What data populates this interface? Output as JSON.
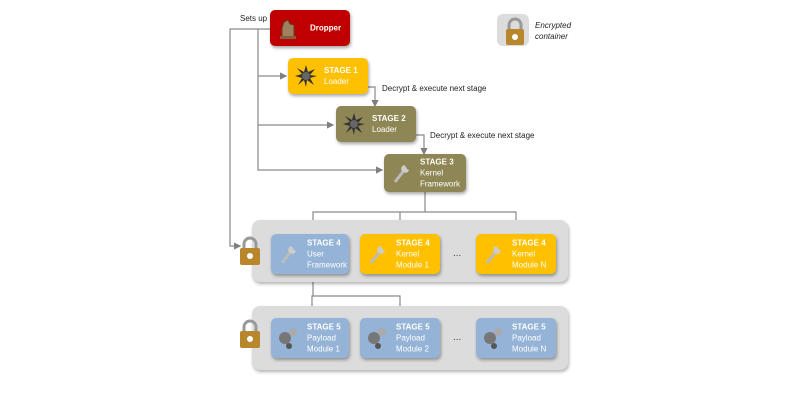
{
  "legend": {
    "label_line1": "Encrypted",
    "label_line2": "container"
  },
  "labels": {
    "sets_up": "Sets up",
    "decrypt1": "Decrypt & execute next stage",
    "decrypt2": "Decrypt & execute next stage",
    "ellipsis": "..."
  },
  "dropper": {
    "title": "Dropper",
    "icon": "trojan-horse-icon"
  },
  "stage1": {
    "title": "STAGE 1",
    "line1": "Loader",
    "icon": "spiked-mine-icon"
  },
  "stage2": {
    "title": "STAGE 2",
    "line1": "Loader",
    "icon": "spiked-mine-icon"
  },
  "stage3": {
    "title": "STAGE 3",
    "line1": "Kernel",
    "line2": "Framework",
    "icon": "wrench-icon"
  },
  "stage4": [
    {
      "title": "STAGE 4",
      "line1": "User",
      "line2": "Framework",
      "icon": "wrench-icon",
      "color": "#95b3d7"
    },
    {
      "title": "STAGE 4",
      "line1": "Kernel",
      "line2": "Module 1",
      "icon": "wrench-icon",
      "color": "#ffc000"
    },
    {
      "title": "STAGE 4",
      "line1": "Kernel",
      "line2": "Module N",
      "icon": "wrench-icon",
      "color": "#ffc000"
    }
  ],
  "stage5": [
    {
      "title": "STAGE 5",
      "line1": "Payload",
      "line2": "Module 1",
      "icon": "gears-icon"
    },
    {
      "title": "STAGE 5",
      "line1": "Payload",
      "line2": "Module 2",
      "icon": "gears-icon"
    },
    {
      "title": "STAGE 5",
      "line1": "Payload",
      "line2": "Module N",
      "icon": "gears-icon"
    }
  ]
}
